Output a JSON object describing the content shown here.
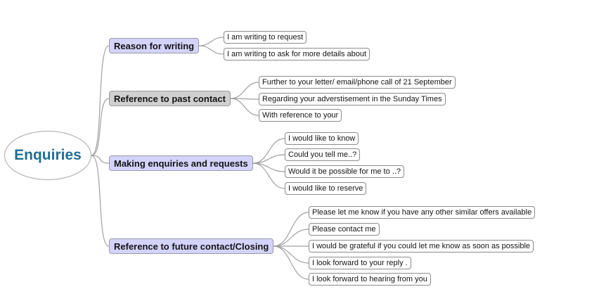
{
  "root": {
    "label": "Enquiries"
  },
  "topics": [
    {
      "label": "Reason for writing",
      "style": "blue",
      "items": [
        "I am writing to request",
        "I am writing to ask for more details about"
      ]
    },
    {
      "label": "Reference to past contact",
      "style": "grey",
      "items": [
        "Further to your letter/ email/phone call of 21 September",
        "Regarding your adverstisement in the Sunday Times",
        "With reference to your"
      ]
    },
    {
      "label": "Making enquiries and requests",
      "style": "blue",
      "items": [
        "I would like to know",
        "Could you  tell me..?",
        "Would it be possible for me to ..?",
        "I would like to reserve"
      ]
    },
    {
      "label": "Reference to future contact/Closing",
      "style": "blue",
      "items": [
        "Please let me know if you have any other similar offers available",
        "Please contact me",
        "I would be grateful if you could  let me know as soon as possible",
        "I look forward to your reply .",
        "I look forward to hearing from you"
      ]
    }
  ],
  "colors": {
    "root_text": "#1f6e93",
    "topic_fill": "#d3d3fb",
    "topic_alt_fill": "#d0d0d0",
    "connector": "#a0a0a0"
  }
}
